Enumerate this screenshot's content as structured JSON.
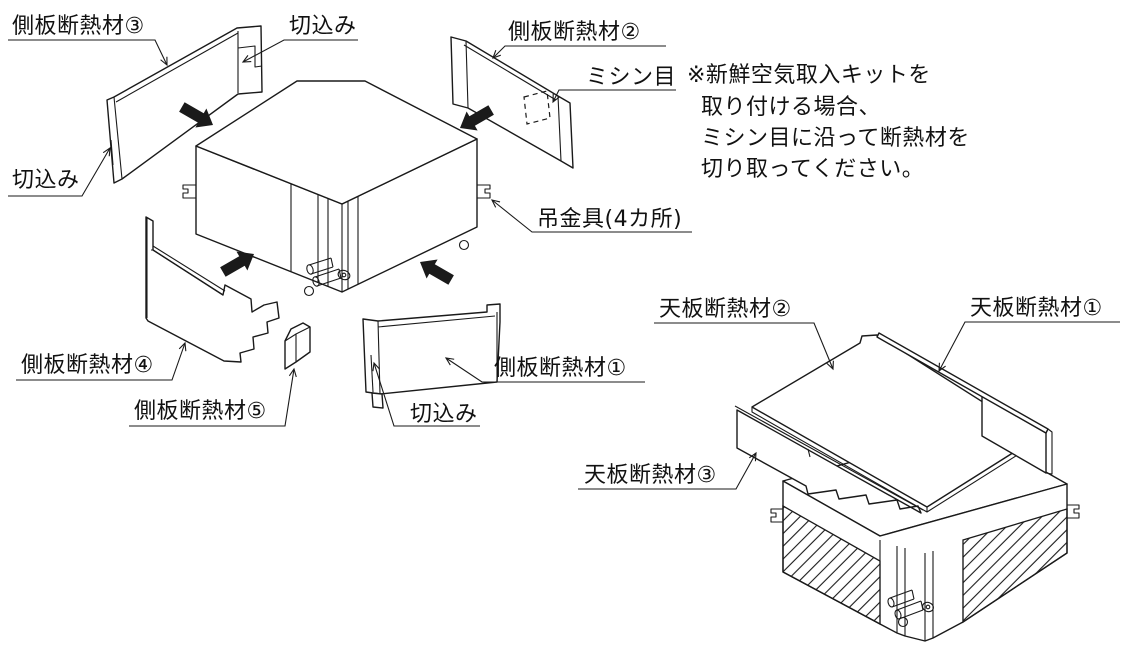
{
  "figure": {
    "type": "installation-manual-illustration",
    "background": "#ffffff",
    "line_color": "#1a1a1a"
  },
  "left_diagram": {
    "description": "exploded view of side insulation panels around indoor unit",
    "labels": {
      "side3": "側板断熱材③",
      "notch_top": "切込み",
      "side2": "側板断熱材②",
      "perforation": "ミシン目",
      "notch_left": "切込み",
      "hanger": "吊金具(4カ所)",
      "side4": "側板断熱材④",
      "side5": "側板断熱材⑤",
      "side1": "側板断熱材①",
      "notch_bottom": "切込み"
    },
    "note_lines": [
      "※新鮮空気取入キットを",
      "取り付ける場合、",
      "ミシン目に沿って断熱材を",
      "切り取ってください。"
    ]
  },
  "right_diagram": {
    "description": "assembled view with top insulation panels",
    "labels": {
      "top2": "天板断熱材②",
      "top1": "天板断熱材①",
      "top3": "天板断熱材③"
    }
  }
}
